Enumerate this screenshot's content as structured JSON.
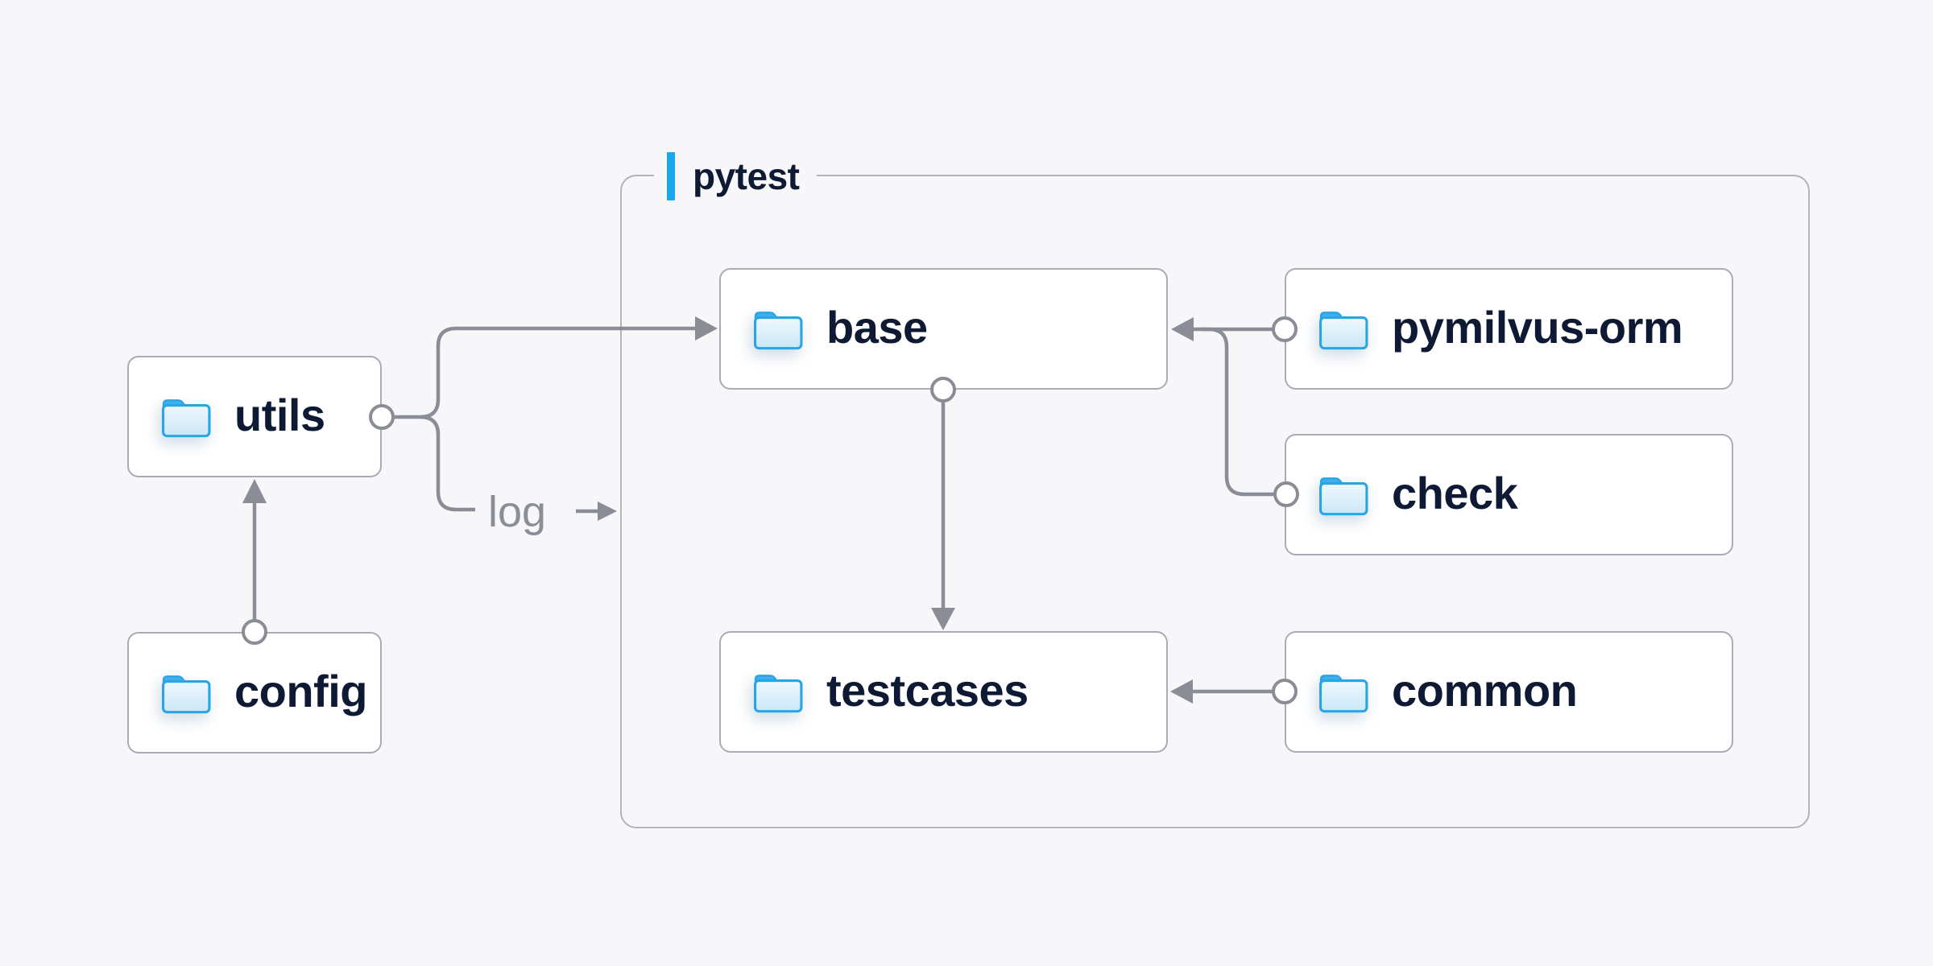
{
  "diagram": {
    "group": {
      "label": "pytest"
    },
    "nodes": [
      {
        "id": "utils",
        "label": "utils",
        "icon": "folder-icon"
      },
      {
        "id": "config",
        "label": "config",
        "icon": "folder-icon"
      },
      {
        "id": "base",
        "label": "base",
        "icon": "folder-icon"
      },
      {
        "id": "pymilvus-orm",
        "label": "pymilvus-orm",
        "icon": "folder-icon"
      },
      {
        "id": "check",
        "label": "check",
        "icon": "folder-icon"
      },
      {
        "id": "testcases",
        "label": "testcases",
        "icon": "folder-icon"
      },
      {
        "id": "common",
        "label": "common",
        "icon": "folder-icon"
      }
    ],
    "edges": [
      {
        "from": "config",
        "to": "utils",
        "style": "circle-to-arrow"
      },
      {
        "from": "utils",
        "to": "base",
        "style": "circle-to-arrow"
      },
      {
        "from": "utils",
        "to": "pytest",
        "style": "circle-to-label-arrow",
        "label": "log"
      },
      {
        "from": "pymilvus-orm",
        "to": "base",
        "style": "circle-to-arrow"
      },
      {
        "from": "check",
        "to": "base",
        "style": "circle-merge"
      },
      {
        "from": "base",
        "to": "testcases",
        "style": "circle-to-arrow"
      },
      {
        "from": "common",
        "to": "testcases",
        "style": "circle-to-arrow"
      }
    ],
    "edge_labels": {
      "log": "log"
    },
    "colors": {
      "bg": "#f7f7f9",
      "node_bg": "#ffffff",
      "line": "#8a8c96",
      "node_border": "#a9abb6",
      "group_border": "#b2b4bd",
      "text": "#0e1a33",
      "accent": "#19a8ec",
      "folder_stroke": "#29a5e6",
      "folder_tab": "#3fb0ec",
      "edge_label": "#8b8d97"
    }
  }
}
